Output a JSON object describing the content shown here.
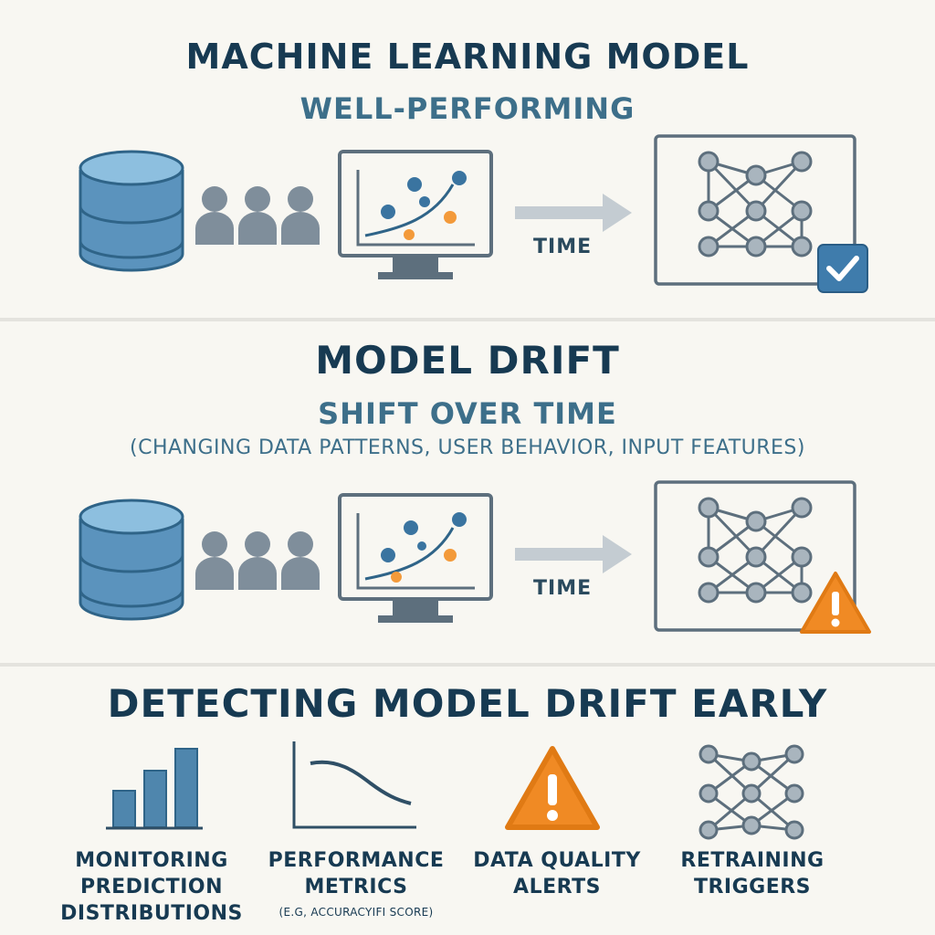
{
  "section1": {
    "title": "MACHINE LEARNING MODEL",
    "subtitle": "WELL-PERFORMING",
    "time_label": "TIME",
    "status_icon": "checkmark-badge-icon"
  },
  "section2": {
    "title": "MODEL DRIFT",
    "subtitle": "SHIFT OVER TIME",
    "note": "(CHANGING DATA PATTERNS, USER BEHAVIOR, INPUT FEATURES)",
    "time_label": "TIME",
    "status_icon": "warning-triangle-icon"
  },
  "section3": {
    "title": "DETECTING MODEL DRIFT EARLY",
    "items": [
      {
        "icon": "bar-chart-icon",
        "label_lines": [
          "MONITORING",
          "PREDICTION",
          "DISTRIBUTIONS"
        ],
        "sub": ""
      },
      {
        "icon": "decline-curve-icon",
        "label_lines": [
          "PERFORMANCE",
          "METRICS"
        ],
        "sub": "(E.G, ACCURACYIFI SCORE)"
      },
      {
        "icon": "warning-triangle-icon",
        "label_lines": [
          "DATA QUALITY",
          "ALERTS"
        ],
        "sub": ""
      },
      {
        "icon": "neural-network-icon",
        "label_lines": [
          "RETRAINING",
          "TRIGGERS"
        ],
        "sub": ""
      }
    ]
  },
  "colors": {
    "navy": "#173a52",
    "steel_blue": "#4f86ad",
    "light_blue": "#8dbfdf",
    "gray_blue": "#7f8e9b",
    "orange": "#f08a24",
    "background": "#f8f7f2"
  }
}
